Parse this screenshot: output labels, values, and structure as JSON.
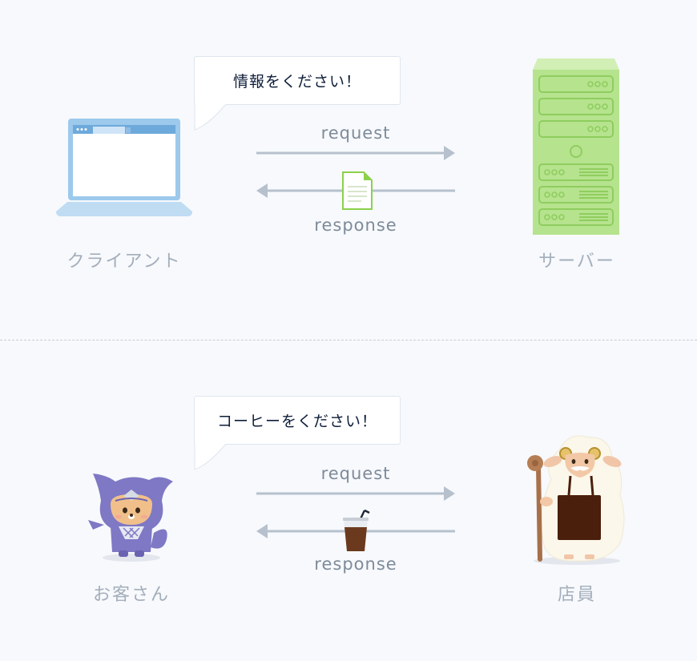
{
  "top": {
    "bubble_text": "情報をください！",
    "request_label": "request",
    "response_label": "response",
    "client_label": "クライアント",
    "server_label": "サーバー"
  },
  "bottom": {
    "bubble_text": "コーヒーをください！",
    "request_label": "request",
    "response_label": "response",
    "customer_label": "お客さん",
    "staff_label": "店員"
  },
  "colors": {
    "arrow": "#b6c1cd",
    "laptop": "#9cc9ec",
    "server": "#b6e38e",
    "document": "#8bd14a",
    "ninja": "#7f78c4",
    "apron": "#4a1f0c"
  }
}
